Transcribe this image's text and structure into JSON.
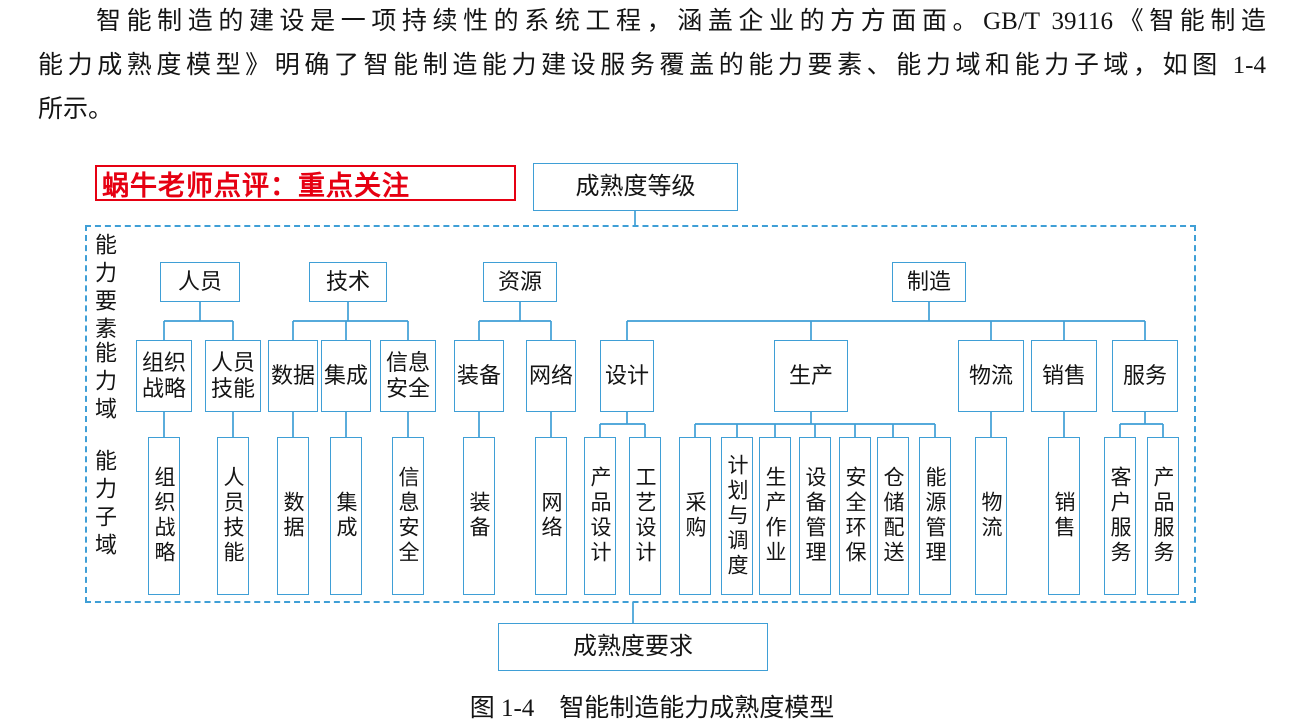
{
  "colors": {
    "diagram_line": "#3f9fd6",
    "annotation_red": "#e60012",
    "text_ink": "#141414"
  },
  "paragraph": {
    "lines": [
      "智能制造的建设是一项持续性的系统工程，涵盖企业的方方面面。GB/T 39116《智能制造",
      "能力成熟度模型》明确了智能制造能力建设服务覆盖的能力要素、能力域和能力子域，如图 1-4",
      "所示。"
    ]
  },
  "annotation": {
    "text": "蜗牛老师点评：重点关注"
  },
  "diagram": {
    "top_box": "成熟度等级",
    "bottom_box": "成熟度要求",
    "row_labels": [
      "能力要素",
      "能力域",
      "能力子域"
    ],
    "elements": [
      "人员",
      "技术",
      "资源",
      "制造"
    ],
    "domains": [
      "组织战略",
      "人员技能",
      "数据",
      "集成",
      "信息安全",
      "装备",
      "网络",
      "设计",
      "生产",
      "物流",
      "销售",
      "服务"
    ],
    "subdomains": [
      "组织战略",
      "人员技能",
      "数据",
      "集成",
      "信息安全",
      "装备",
      "网络",
      "产品设计",
      "工艺设计",
      "采购",
      "计划与调度",
      "生产作业",
      "设备管理",
      "安全环保",
      "仓储配送",
      "能源管理",
      "物流",
      "销售",
      "客户服务",
      "产品服务"
    ]
  },
  "caption": "图 1-4　智能制造能力成熟度模型"
}
